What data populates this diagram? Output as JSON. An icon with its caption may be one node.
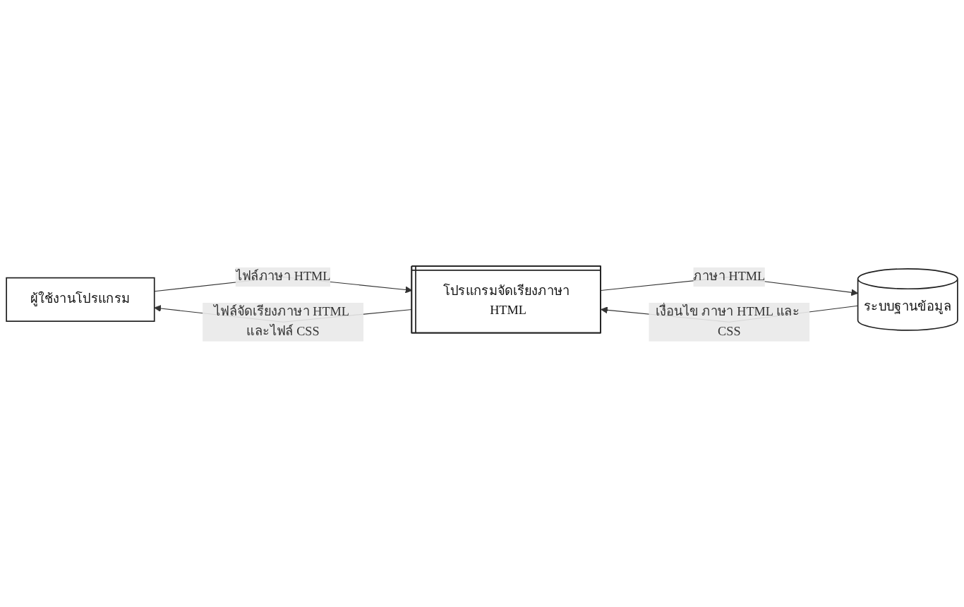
{
  "diagram": {
    "nodes": [
      {
        "text": [
          "ผู้ใช้งานโปรแกรม"
        ]
      },
      {
        "text": [
          "โปรแกรมจัดเรียงภาษา HTML"
        ]
      },
      {
        "text": [
          "ระบบฐานข้อมูล"
        ]
      }
    ],
    "edges": [
      {
        "from": 0,
        "to": 1,
        "arrow": "to",
        "label": "ไฟล์ภาษา HTML"
      },
      {
        "from": 1,
        "to": 0,
        "arrow": "to",
        "label": "ไฟล์จัดเรียงภาษา HTML และไฟล์ CSS"
      },
      {
        "from": 2,
        "to": 1,
        "arrow": "to",
        "label": "เงื่อนไข ภาษา HTML และ CSS"
      },
      {
        "from": 1,
        "to": 2,
        "arrow": "to",
        "label": "ภาษา HTML"
      }
    ]
  }
}
